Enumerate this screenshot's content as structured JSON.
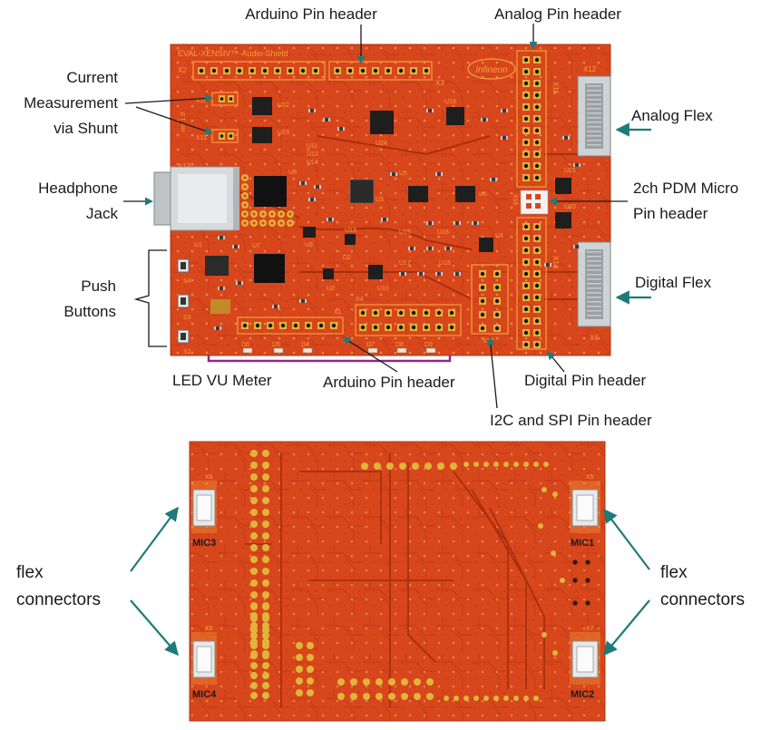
{
  "top_board": {
    "silkscreen_title": "EVAL-XENSIV™-Audio-Shield",
    "logo": "Infineon",
    "version": "rev 1.0"
  },
  "labels": {
    "arduino_top": "Arduino Pin header",
    "analog_pin": "Analog Pin header",
    "current_l1": "Current",
    "current_l2": "Measurement",
    "current_l3": "via Shunt",
    "analog_flex": "Analog Flex",
    "headphone_l1": "Headphone",
    "headphone_l2": "Jack",
    "pdm_l1": "2ch PDM Micro",
    "pdm_l2": "Pin header",
    "push_l1": "Push",
    "push_l2": "Buttons",
    "digital_flex": "Digital Flex",
    "led_vu": "LED VU Meter",
    "arduino_bottom": "Arduino Pin header",
    "digital_pin": "Digital Pin header",
    "i2c_spi": "I2C and SPI Pin header",
    "flex_left_l1": "flex",
    "flex_left_l2": "connectors",
    "flex_right_l1": "flex",
    "flex_right_l2": "connectors"
  },
  "designators": {
    "x2": "X2",
    "x3": "X3",
    "x15": "X15",
    "x12": "X12",
    "x10": "X10",
    "x11": "X11",
    "x13": "X13",
    "x16": "X16",
    "x14": "X14",
    "x6": "X6",
    "x1": "X1",
    "x4": "X4",
    "x17": "X17",
    "u22": "U22",
    "u23": "U23",
    "u19": "U19",
    "u24": "U24",
    "u11": "U11",
    "u12": "U12",
    "u14": "U14",
    "u8": "U8",
    "u5": "U5",
    "u6": "U6",
    "u3": "U3",
    "u21": "U21",
    "u20": "U20",
    "u1": "U1",
    "u7": "U7",
    "u9": "U9",
    "u13": "U13",
    "u15": "U15",
    "u16": "U16",
    "u4": "U4",
    "u2": "U2",
    "u10": "U10",
    "u17": "U17",
    "u18": "U18",
    "d2": "D2",
    "s4": "S4",
    "s3": "S3",
    "s2": "S2",
    "d6": "D6",
    "d5": "D5",
    "d4": "D4",
    "d7": "D7",
    "d8": "D8",
    "d9": "D9"
  },
  "bottom_board": {
    "x8": "X8",
    "x9": "X9",
    "x5": "X5",
    "x7": "X7",
    "mic1": "MIC1",
    "mic2": "MIC2",
    "mic3": "MIC3",
    "mic4": "MIC4"
  },
  "colors": {
    "pcb": "#d8461c",
    "pcb_dark": "#b23612",
    "trace": "#c13d15",
    "silk": "#f4a13a",
    "pad": "#e0b63a",
    "pin": "#1a1208",
    "chip": "#1e1e1e",
    "arrow": "#1d7b7a",
    "led_line": "#8a2a8c",
    "connector": "#cfd3d6"
  }
}
